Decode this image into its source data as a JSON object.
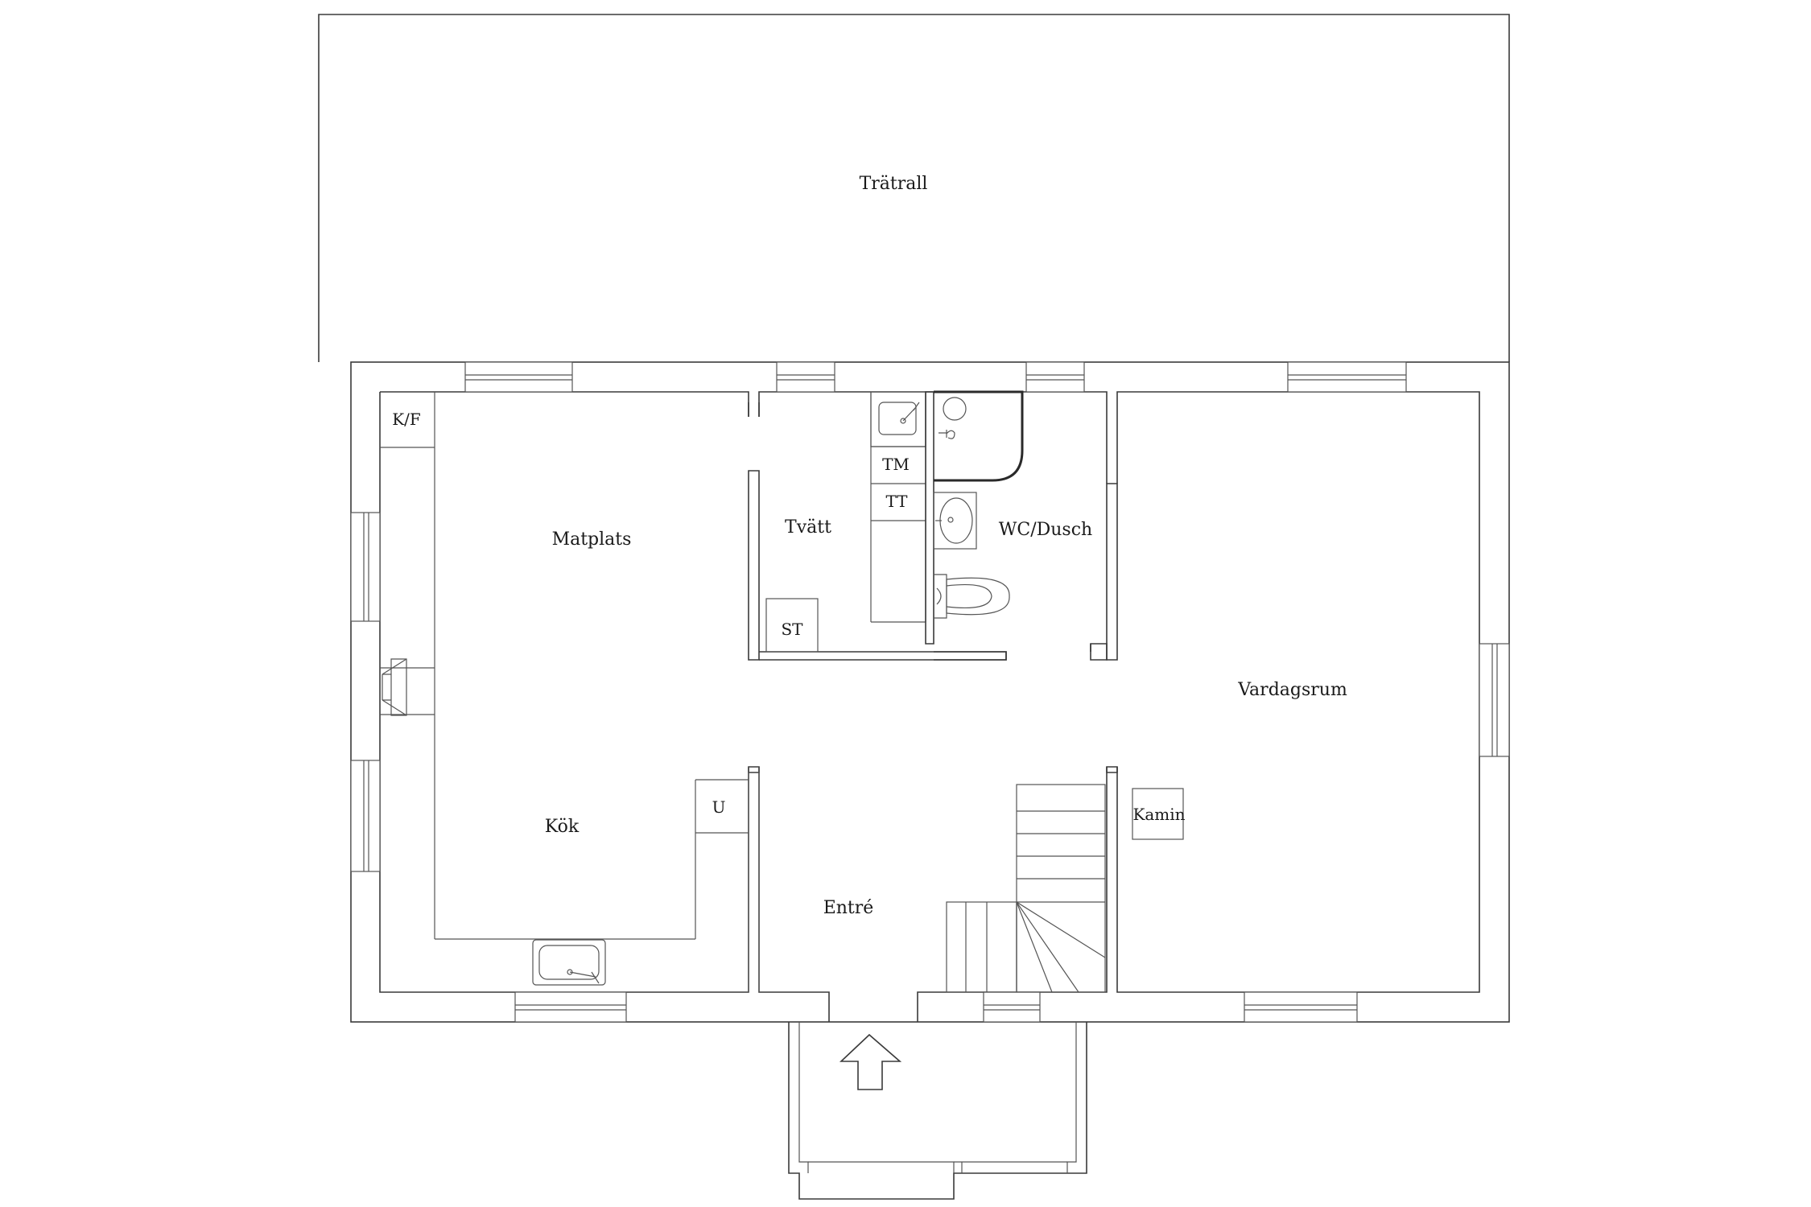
{
  "rooms": {
    "deck": "Trätrall",
    "dining": "Matplats",
    "laundry": "Tvätt",
    "bathroom": "WC/Dusch",
    "living": "Vardagsrum",
    "kitchen": "Kök",
    "entrance": "Entré"
  },
  "fixtures": {
    "fridge_freezer": "K/F",
    "washing_machine": "TM",
    "tumble_dryer": "TT",
    "drying_cabinet": "ST",
    "oven": "U",
    "fireplace": "Kamin"
  },
  "colors": {
    "line": "#3a3a3a",
    "background": "#ffffff"
  }
}
